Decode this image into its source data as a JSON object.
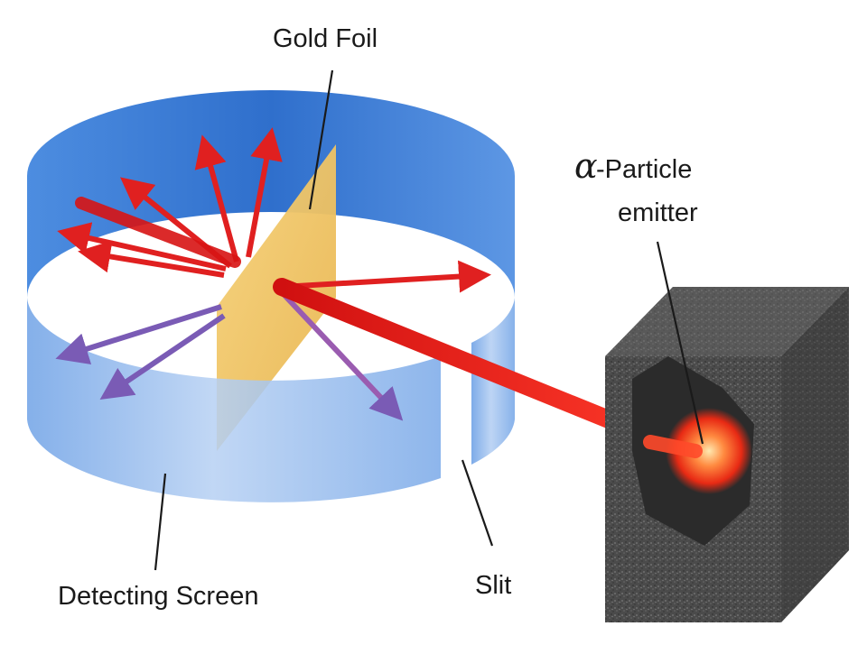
{
  "labels": {
    "gold_foil": "Gold Foil",
    "alpha_symbol": "α",
    "alpha_particle": "-Particle",
    "emitter": "emitter",
    "detecting_screen": "Detecting Screen",
    "slit": "Slit"
  },
  "colors": {
    "screen_blue": "#3f7fd9",
    "screen_light": "#a8c6f0",
    "beam_red": "#e01414",
    "deflected_red": "#e02020",
    "deflected_purple": "#7a5bb5",
    "gold": "#f0c060",
    "emitter_gray": "#555555"
  }
}
